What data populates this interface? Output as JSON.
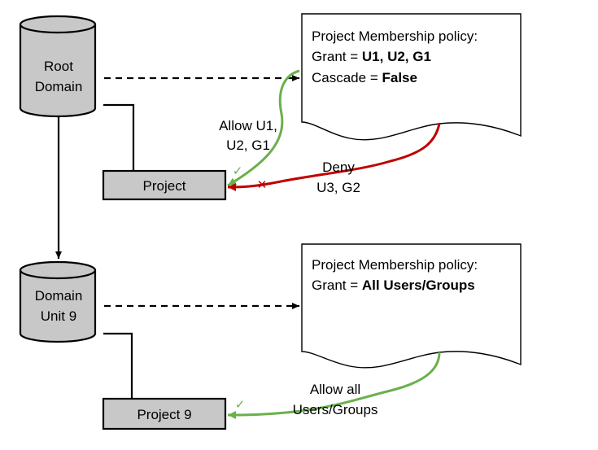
{
  "colors": {
    "node_fill": "#c8c8c8",
    "green": "#6ab04c",
    "red": "#c00000",
    "stroke": "#000000"
  },
  "top": {
    "root_domain": {
      "line1": "Root",
      "line2": "Domain"
    },
    "project": "Project",
    "policy": {
      "title": "Project Membership policy:",
      "grant_prefix": "Grant = ",
      "grant_value": "U1, U2, G1",
      "cascade_prefix": "Cascade = ",
      "cascade_value": "False"
    },
    "allow_label": {
      "line1": "Allow U1,",
      "line2": "U2, G1"
    },
    "deny_label": {
      "line1": "Deny",
      "line2": "U3, G2"
    }
  },
  "bottom": {
    "domain_unit": {
      "line1": "Domain",
      "line2": "Unit 9"
    },
    "project": "Project 9",
    "policy": {
      "title": "Project Membership policy:",
      "grant_prefix": "Grant = ",
      "grant_value": "All Users/Groups"
    },
    "allow_label": {
      "line1": "Allow all",
      "line2": "Users/Groups"
    }
  },
  "icons": {
    "check": "✓",
    "cross": "✕"
  }
}
